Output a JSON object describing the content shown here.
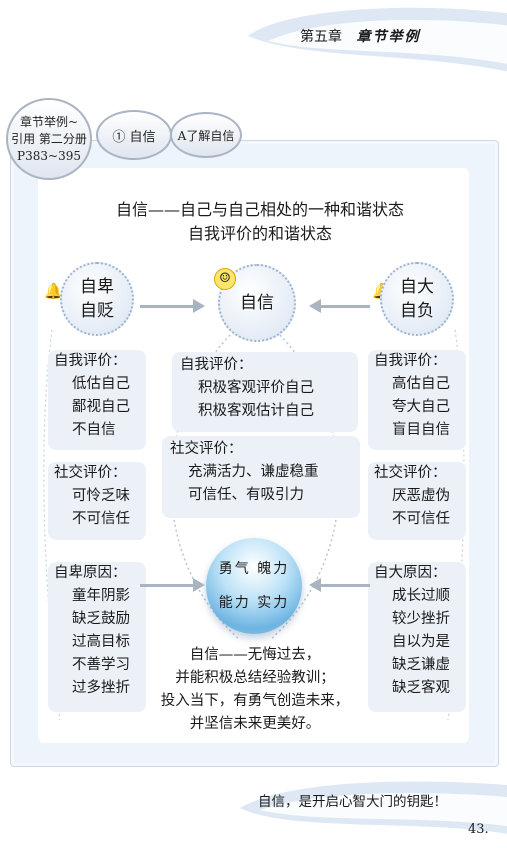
{
  "header": {
    "chapter": "第五章",
    "section": "章节举例"
  },
  "tags": {
    "ref": [
      "章节举例~",
      "引用 第二分册",
      "P383~395"
    ],
    "topic": "① 自信",
    "sub": "A了解自信"
  },
  "title": {
    "line1": "自信——自己与自己相处的一种和谐状态",
    "line2": "自我评价的和谐状态"
  },
  "left": {
    "circle": [
      "自卑",
      "自贬"
    ],
    "self_eval": {
      "heading": "自我评价：",
      "items": [
        "低估自己",
        "鄙视自己",
        "不自信"
      ]
    },
    "social_eval": {
      "heading": "社交评价：",
      "items": [
        "可怜乏味",
        "不可信任"
      ]
    },
    "causes": {
      "heading": "自卑原因：",
      "items": [
        "童年阴影",
        "缺乏鼓励",
        "过高目标",
        "不善学习",
        "过多挫折"
      ]
    }
  },
  "center": {
    "circle": "自信",
    "self_eval": {
      "heading": "自我评价：",
      "items": [
        "积极客观评价自己",
        "积极客观估计自己"
      ]
    },
    "social_eval": {
      "heading": "社交评价：",
      "items": [
        "充满活力、谦虚稳重",
        "可信任、有吸引力"
      ]
    },
    "orb": [
      "勇气 魄力",
      "能力 实力"
    ],
    "summary": [
      "自信——无悔过去，",
      "并能积极总结经验教训；",
      "投入当下，有勇气创造未来，",
      "并坚信未来更美好。"
    ]
  },
  "right": {
    "circle": [
      "自大",
      "自负"
    ],
    "self_eval": {
      "heading": "自我评价：",
      "items": [
        "高估自己",
        "夸大自己",
        "盲目自信"
      ]
    },
    "social_eval": {
      "heading": "社交评价：",
      "items": [
        "厌恶虚伪",
        "不可信任"
      ]
    },
    "causes": {
      "heading": "自大原因：",
      "items": [
        "成长过顺",
        "较少挫折",
        "自以为是",
        "缺乏谦虚",
        "缺乏客观"
      ]
    }
  },
  "footer": {
    "motto": "自信，是开启心智大门的钥匙！",
    "page_number": "43."
  },
  "colors": {
    "panel": "#eef4fb",
    "box": "#ecf1f8",
    "orb": "#6db4e2",
    "bell": "#f2b705"
  }
}
